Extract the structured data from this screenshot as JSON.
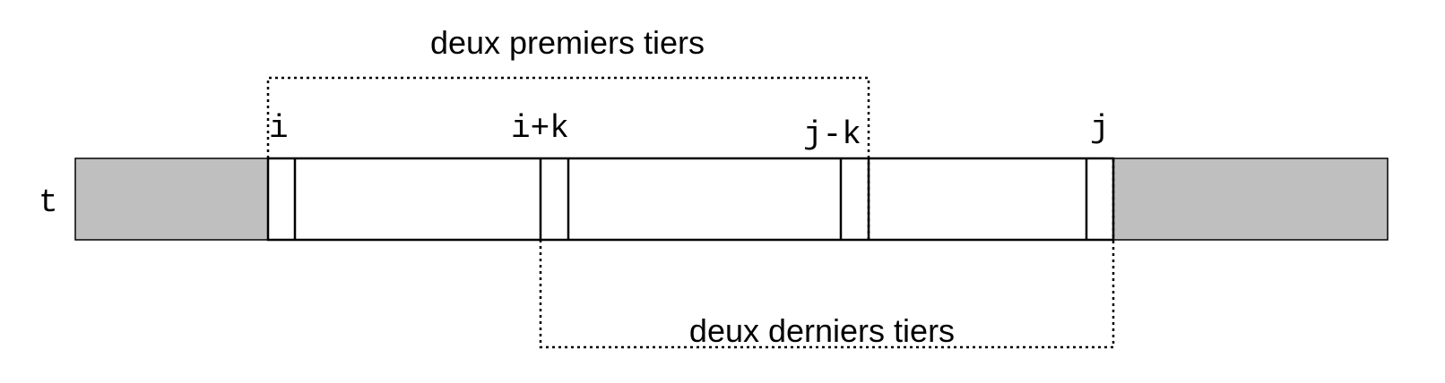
{
  "labels": {
    "top_bracket": "deux premiers tiers",
    "bottom_bracket": "deux derniers tiers",
    "array_name": "t",
    "index_i": "i",
    "index_i_plus_k": "i+k",
    "index_j_minus_k": "j-k",
    "index_j": "j"
  },
  "colors": {
    "outside_range_fill": "#bfbfbf",
    "cell_fill": "#ffffff",
    "stroke": "#000000"
  }
}
